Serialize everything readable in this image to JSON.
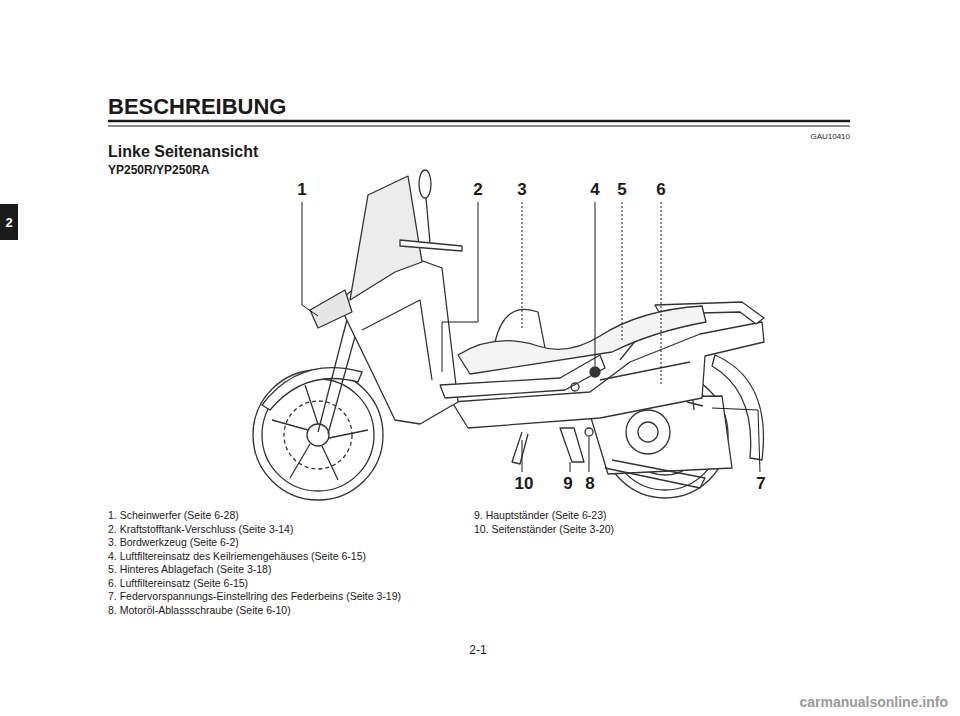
{
  "diagram": {
    "title": "BESCHREIBUNG",
    "nodes": [
      {
        "text": [
          "2"
        ]
      }
    ],
    "labels": [
      "GAU10410",
      "Linke Seitenansicht",
      "YP250R/YP250RA",
      "1",
      "2",
      "3",
      "4",
      "5",
      "6",
      "7",
      "10",
      "9",
      "8",
      "1. Scheinwerfer (Seite 6-28)",
      "2. Kraftstofftank-Verschluss (Seite 3-14)",
      "3. Bordwerkzeug (Seite 6-2)",
      "4. Luftfiltereinsatz des Keilriemengehäuses (Seite 6-15)",
      "5. Hinteres Ablagefach (Seite 3-18)",
      "6. Luftfiltereinsatz (Seite 6-15)",
      "7. Federvorspannungs-Einstellring des Federbeins (Seite 3-19)",
      "8. Motoröl-Ablassschraube (Seite 6-10)",
      "9. Hauptständer (Seite 6-23)",
      "10. Seitenständer (Seite 3-20)",
      "2-1",
      "carmanualsonline.info"
    ]
  }
}
